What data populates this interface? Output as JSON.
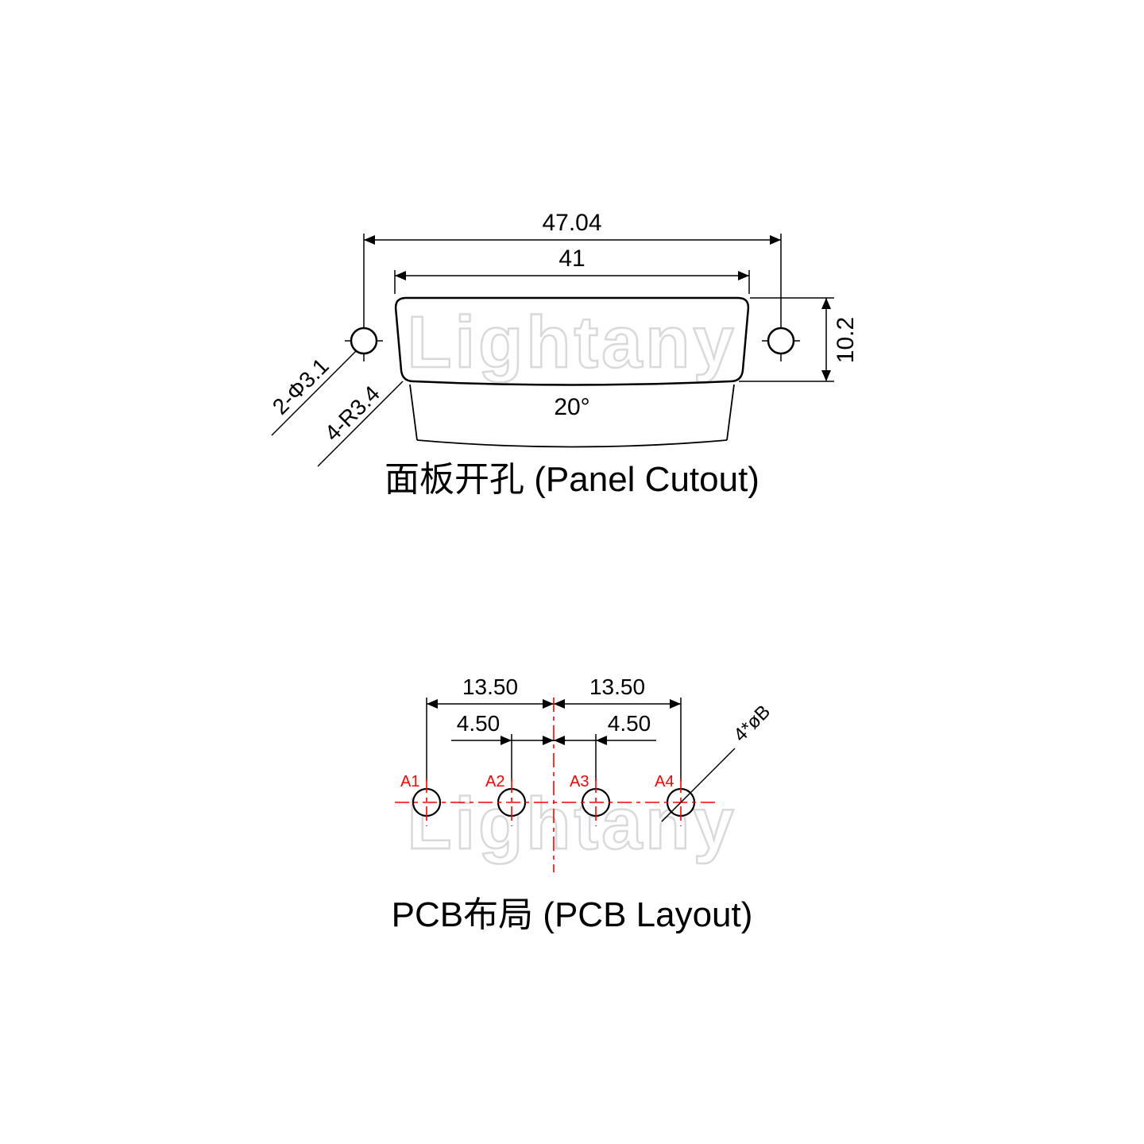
{
  "colors": {
    "ink": "#000000",
    "accent": "#ff0000",
    "watermark": "#d9d9d9"
  },
  "watermark_text": "Lightany",
  "panel_cutout": {
    "title": "面板开孔 (Panel Cutout)",
    "dim_outer_width": "47.04",
    "dim_cutout_width": "41",
    "dim_height": "10.2",
    "label_mount_holes": "2-Φ3.1",
    "label_corner_radius": "4-R3.4",
    "label_angle": "20°"
  },
  "pcb_layout": {
    "title": "PCB布局 (PCB Layout)",
    "dim_left_outer": "13.50",
    "dim_right_outer": "13.50",
    "dim_left_inner": "4.50",
    "dim_right_inner": "4.50",
    "label_hole_spec": "4*øB",
    "pins": [
      {
        "label": "A1"
      },
      {
        "label": "A2"
      },
      {
        "label": "A3"
      },
      {
        "label": "A4"
      }
    ]
  }
}
